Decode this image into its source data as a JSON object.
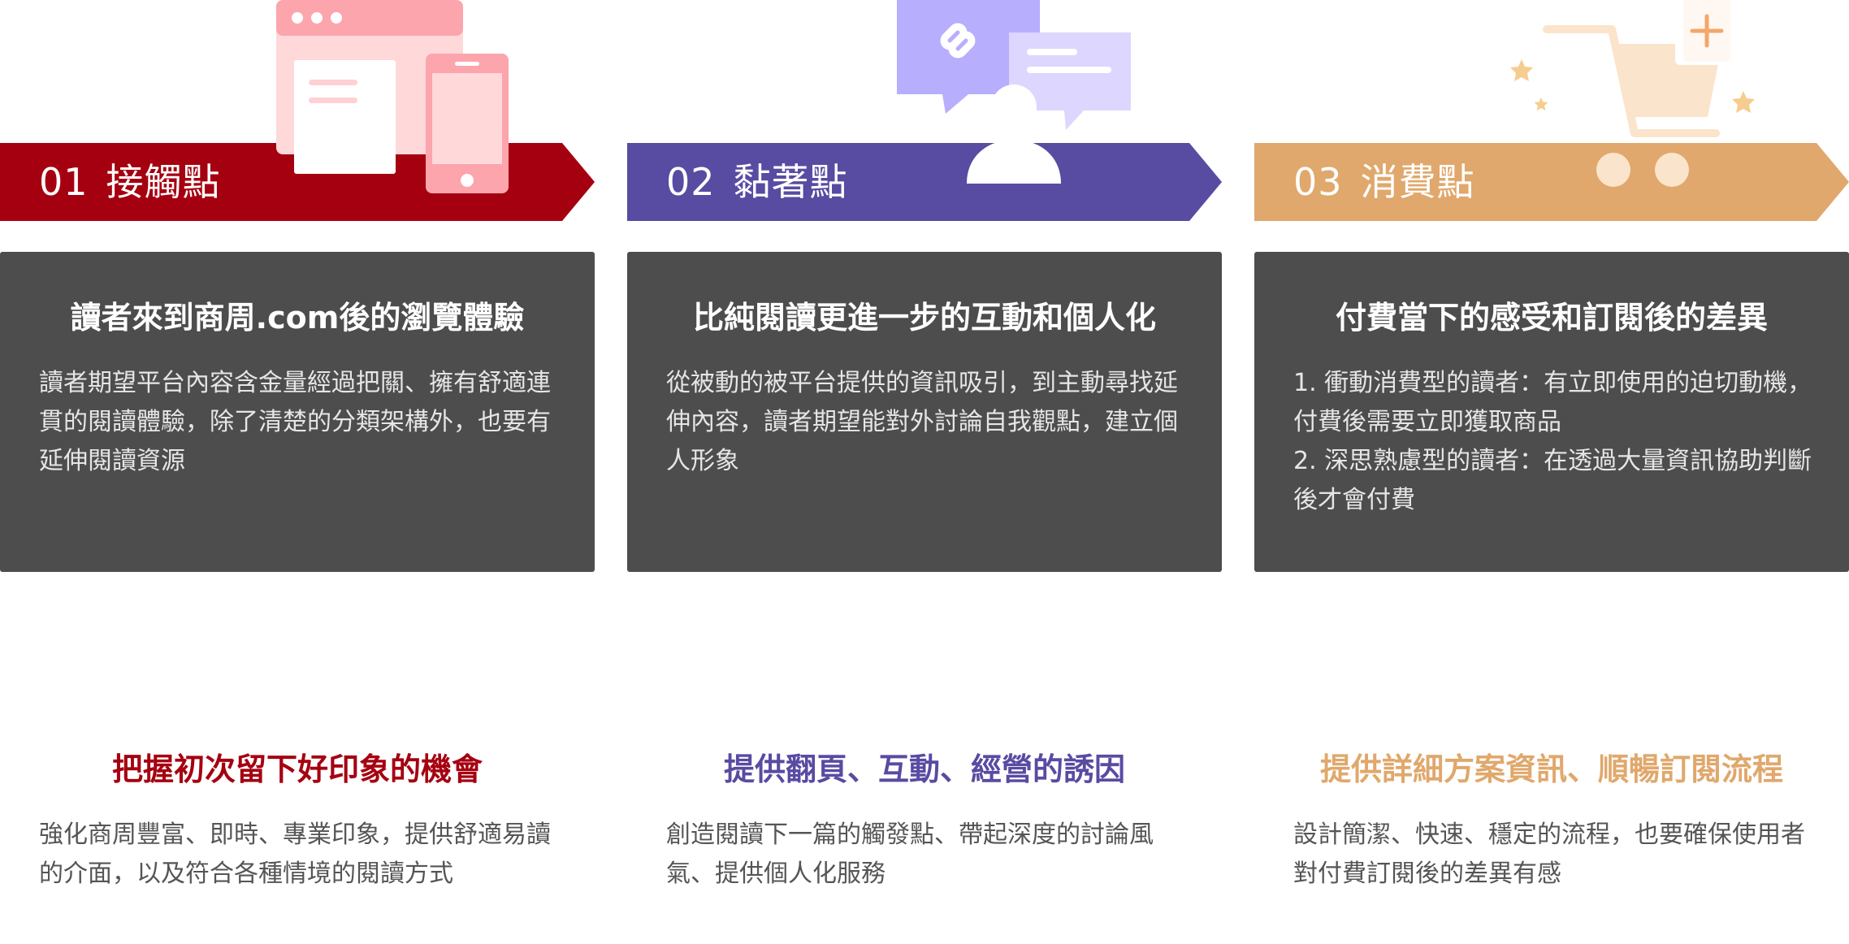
{
  "colors": {
    "step1": "#a50010",
    "step2": "#584ba2",
    "step3": "#e0a86c",
    "card_bg": "#4d4d4d"
  },
  "steps": [
    {
      "number": "01",
      "name": "接觸點",
      "card_title": "讀者來到商周.com後的瀏覽體驗",
      "card_lines": [
        "讀者期望平台內容含金量經過把關、擁有舒適連貫的閱讀體驗，除了清楚的分類架構外，也要有延伸閱讀資源"
      ],
      "goal_title": "把握初次留下好印象的機會",
      "goal_body": "強化商周豐富、即時、專業印象，提供舒適易讀的介面，以及符合各種情境的閱讀方式",
      "icon": "browser-and-phone-icon"
    },
    {
      "number": "02",
      "name": "黏著點",
      "card_title": "比純閱讀更進一步的互動和個人化",
      "card_lines": [
        "從被動的被平台提供的資訊吸引，到主動尋找延伸內容，讀者期望能對外討論自我觀點，建立個人形象"
      ],
      "goal_title": "提供翻頁、互動、經營的誘因",
      "goal_body": "創造閱讀下一篇的觸發點、帶起深度的討論風氣、提供個人化服務",
      "icon": "chat-user-icon"
    },
    {
      "number": "03",
      "name": "消費點",
      "card_title": "付費當下的感受和訂閱後的差異",
      "card_lines": [
        "1. 衝動消費型的讀者：有立即使用的迫切動機，付費後需要立即獲取商品",
        "2. 深思熟慮型的讀者：在透過大量資訊協助判斷後才會付費"
      ],
      "goal_title": "提供詳細方案資訊、順暢訂閱流程",
      "goal_body": "設計簡潔、快速、穩定的流程，也要確保使用者對付費訂閱後的差異有感",
      "icon": "shopping-cart-icon"
    }
  ]
}
